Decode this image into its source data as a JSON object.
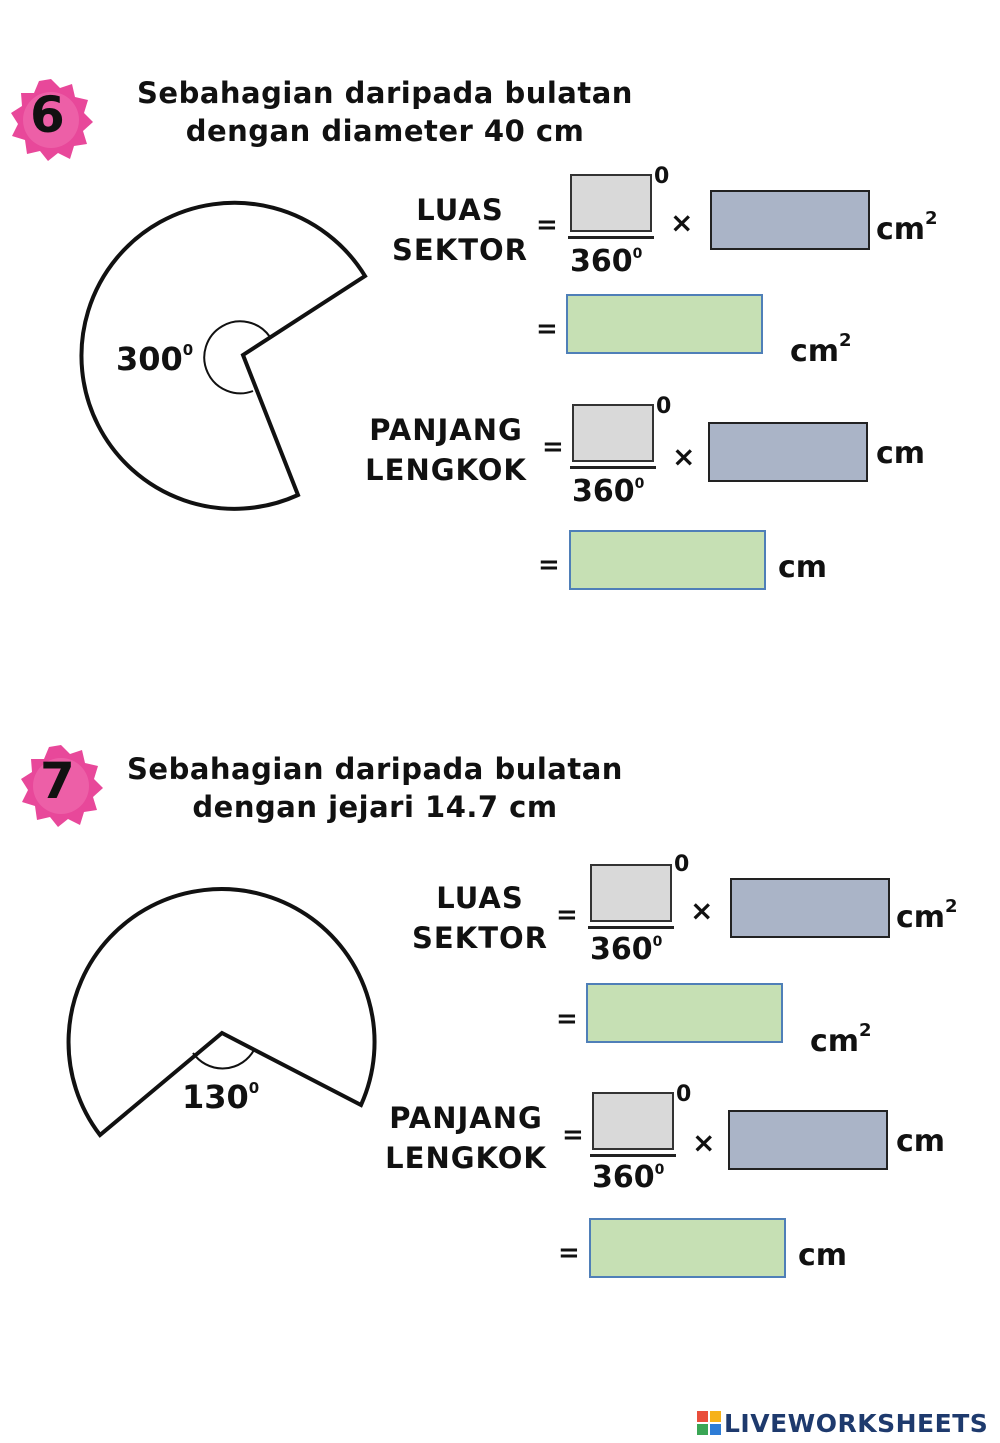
{
  "problems": [
    {
      "number": "6",
      "title_line1": "Sebahagian daripada bulatan",
      "title_line2": "dengan diameter 40 cm",
      "angle": "300",
      "angle_sup": "0",
      "area_label_line1": "LUAS",
      "area_label_line2": "SEKTOR",
      "arc_label_line1": "PANJANG",
      "arc_label_line2": "LENGKOK",
      "equals": "=",
      "times": "×",
      "denominator": "360",
      "denominator_sup": "0",
      "degree_mark": "0",
      "unit_area": "cm",
      "unit_area_sup": "2",
      "unit_length": "cm"
    },
    {
      "number": "7",
      "title_line1": "Sebahagian daripada bulatan",
      "title_line2": "dengan jejari 14.7 cm",
      "angle": "130",
      "angle_sup": "0",
      "area_label_line1": "LUAS",
      "area_label_line2": "SEKTOR",
      "arc_label_line1": "PANJANG",
      "arc_label_line2": "LENGKOK",
      "equals": "=",
      "times": "×",
      "denominator": "360",
      "denominator_sup": "0",
      "degree_mark": "0",
      "unit_area": "cm",
      "unit_area_sup": "2",
      "unit_length": "cm"
    }
  ],
  "inputs": {
    "p6_area_angle": "",
    "p6_area_factor": "",
    "p6_area_result": "",
    "p6_arc_angle": "",
    "p6_arc_factor": "",
    "p6_arc_result": "",
    "p7_area_angle": "",
    "p7_area_factor": "",
    "p7_area_result": "",
    "p7_arc_angle": "",
    "p7_arc_factor": "",
    "p7_arc_result": ""
  },
  "colors": {
    "badge": "#e8489a",
    "angle_box": "#d9d9d9",
    "factor_box": "#aab4c7",
    "result_box": "#c6e0b4",
    "result_border": "#4f7fb8"
  },
  "footer": {
    "brand": "LIVEWORKSHEETS"
  }
}
